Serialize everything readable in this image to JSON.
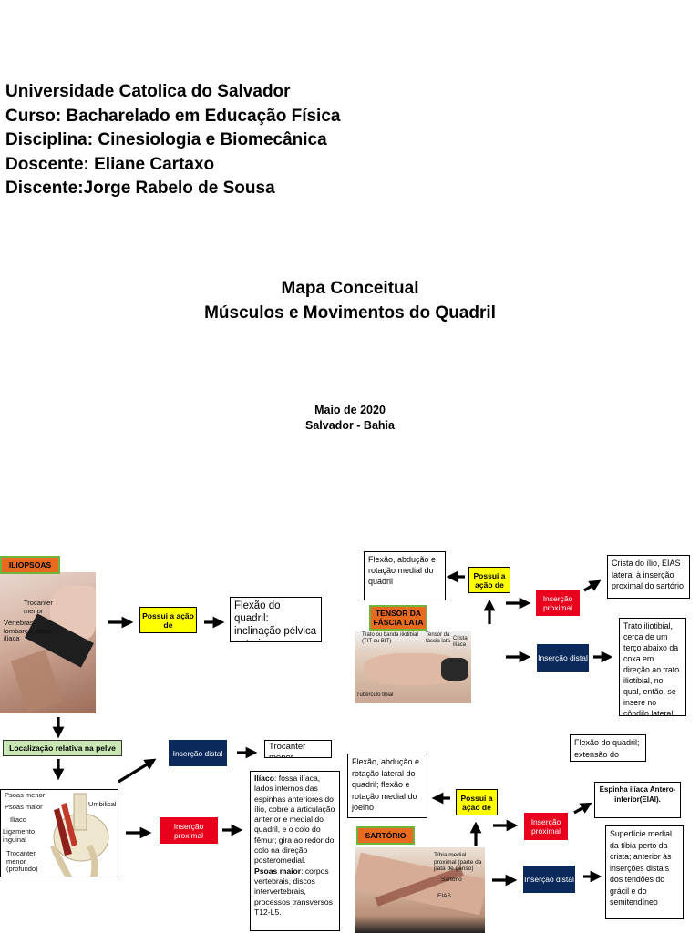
{
  "header": {
    "university": "Universidade Catolica do Salvador",
    "course": "Curso: Bacharelado em Educação Física",
    "discipline": "Disciplina: Cinesiologia e Biomecânica",
    "teacher": "Doscente: Eliane Cartaxo",
    "student": "Discente:Jorge Rabelo de Sousa"
  },
  "title": {
    "line1": "Mapa Conceitual",
    "line2": "Músculos e Movimentos do Quadril"
  },
  "date": {
    "line1": "Maio de 2020",
    "line2": "Salvador - Bahia"
  },
  "iliopsoas": {
    "name": "ILIOPSOAS",
    "action_tag": "Possui a ação de",
    "action_text": "Flexão do quadril: inclinação pélvica anterior",
    "location_tag": "Localização relativa na pelve",
    "distal_tag": "Inserção distal",
    "distal_text": "Trocanter menor",
    "proximal_tag": "Inserção proximal",
    "proximal_text_1_bold": "Ilíaco",
    "proximal_text_1": ": fossa ilíaca, lados internos das espinhas anteriores do ílio, cobre a articulação anterior e medial do quadril, e o colo do fêmur; gira ao redor do colo na direção posteromedial.",
    "proximal_text_2_bold": "Psoas maior",
    "proximal_text_2": ": corpos vertebrais, discos intervertebrais, processos transversos T12-L5.",
    "photo_labels": {
      "l1": "Trocanter menor",
      "l2": "Vértebras lombares, fossa ilíaca"
    },
    "pelvis_labels": {
      "psoas_menor": "Psoas menor",
      "psoas_maior": "Psoas maior",
      "iliaco": "Ilíaco",
      "ligamento": "Ligamento inguinal",
      "trocanter": "Trocanter menor (profundo)",
      "umbilical": "Umbilical"
    }
  },
  "tfl": {
    "name": "TENSOR DA FÁSCIA LATA",
    "action_tag": "Possui a ação de",
    "action_text": "Flexão, abdução e rotação medial do quadril",
    "proximal_tag": "Inserção proximal",
    "proximal_text": "Crista do ílio, EIAS lateral à inserção proximal do sartório",
    "distal_tag": "Inserção distal",
    "distal_text": "Trato iliotibial, cerca de um terço abaixo da coxa em direção ao trato iliotibial, no qual, então, se insere no côndilo lateral da tíbia",
    "photo_labels": {
      "trato": "Trato ou banda iliotibial (TIT ou BIT)",
      "tensor": "Tensor da fáscia lata",
      "crista": "Crista ilíaca",
      "tuberculo": "Tubérculo tibial"
    }
  },
  "sartorio": {
    "name": "SARTÓRIO",
    "top_text": "Flexão do quadril; extensão do joelho",
    "action_tag": "Possui a ação de",
    "action_text": "Flexão, abdução e rotação lateral do quadril; flexão e rotação medial do joelho",
    "proximal_tag": "Inserção proximal",
    "proximal_text": "Espinha ilíaca Antero-inferior(EIAI).",
    "distal_tag": "Inserção distal",
    "distal_text": "Superfície medial da tíbia perto da crista; anterior às inserções distais dos tendões do grácil e do semitendíneo",
    "photo_labels": {
      "tibia": "Tíbia medial proximal (parte da pata de ganso)",
      "sartorio": "Sartório",
      "eias": "EIAS"
    }
  },
  "colors": {
    "proximal": "#e8001c",
    "distal": "#0b2a5b",
    "action": "#ffff00",
    "muscle_tag": "#e86a1e",
    "location": "#c9e7b2"
  }
}
